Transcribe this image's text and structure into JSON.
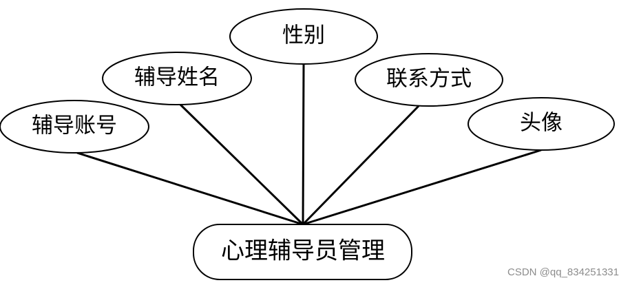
{
  "diagram": {
    "entity": {
      "label": "心理辅导员管理"
    },
    "attributes": [
      {
        "id": "account",
        "label": "辅导账号"
      },
      {
        "id": "name",
        "label": "辅导姓名"
      },
      {
        "id": "gender",
        "label": "性别"
      },
      {
        "id": "contact",
        "label": "联系方式"
      },
      {
        "id": "avatar",
        "label": "头像"
      }
    ],
    "edges": [
      {
        "from": "account",
        "to": "entity"
      },
      {
        "from": "name",
        "to": "entity"
      },
      {
        "from": "gender",
        "to": "entity"
      },
      {
        "from": "contact",
        "to": "entity"
      },
      {
        "from": "avatar",
        "to": "entity"
      }
    ]
  },
  "watermark": {
    "text": "CSDN @qq_834251331"
  }
}
